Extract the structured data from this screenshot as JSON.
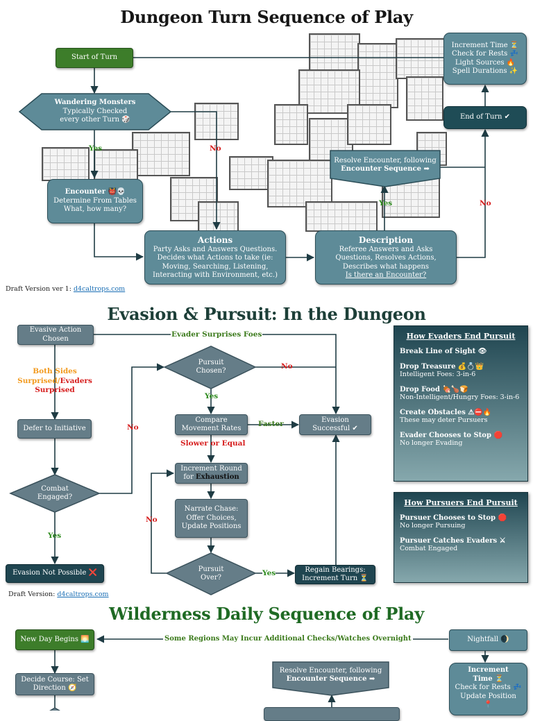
{
  "s1": {
    "title": "Dungeon Turn Sequence of Play",
    "start": "Start of Turn",
    "increment": [
      "Increment Time ⏳",
      "Check for Rests 💤",
      "Light Sources 🔥",
      "Spell Durations ✨"
    ],
    "wandering": [
      "Wandering Monsters",
      "Typically Checked",
      "every other Turn 🎲"
    ],
    "end": "End of Turn ✔",
    "encounter": [
      "Encounter 👹💀",
      "Determine From Tables",
      "What, how many?"
    ],
    "resolve": [
      "Resolve Encounter, following",
      "Encounter Sequence ➡"
    ],
    "actions_title": "Actions",
    "actions": [
      "Party Asks and Answers Questions.",
      "Decides what Actions to take (ie:",
      "Moving, Searching, Listening,",
      "Interacting with Environment, etc.)"
    ],
    "desc_title": "Description",
    "desc": [
      "Referee Answers and Asks",
      "Questions, Resolves Actions,",
      "Describes what happens"
    ],
    "desc_link": "Is there an Encounter?",
    "yes": "Yes",
    "no": "No",
    "draft_label": "Draft Version ver 1:",
    "draft_link": "d4caltrops.com"
  },
  "s2": {
    "title": "Evasion & Pursuit: In the Dungeon",
    "evasive": [
      "Evasive Action",
      "Chosen"
    ],
    "surprises": "Evader Surprises Foes",
    "both1": "Both Sides",
    "both2a": "Surprised/",
    "both2b": "Evaders",
    "both3": "Surprised",
    "pursuit_chosen": [
      "Pursuit",
      "Chosen?"
    ],
    "defer": "Defer to Initiative",
    "compare": [
      "Compare",
      "Movement Rates"
    ],
    "faster": "Faster",
    "success": [
      "Evasion",
      "Successful ✔"
    ],
    "slower": "Slower or Equal",
    "increment_round1": "Increment Round",
    "increment_round2a": "for ",
    "increment_round2b": "Exhaustion",
    "combat": [
      "Combat",
      "Engaged?"
    ],
    "narrate": [
      "Narrate Chase:",
      "Offer Choices,",
      "Update Positions"
    ],
    "pursuit_over": [
      "Pursuit",
      "Over?"
    ],
    "regain": [
      "Regain Bearings:",
      "Increment Turn ⏳"
    ],
    "not_possible": "Evasion Not Possible ❌",
    "yes": "Yes",
    "no": "No",
    "draft_label": "Draft Version:",
    "draft_link": "d4caltrops.com",
    "panel1": {
      "title": "How Evaders End Pursuit",
      "items": [
        {
          "head": "Break Line of Sight 👁",
          "sub": ""
        },
        {
          "head": "Drop Treasure 💰💍👑",
          "sub": "Intelligent Foes: 3-in-6"
        },
        {
          "head": "Drop Food 🍖🍗🍞",
          "sub": "Non-Intelligent/Hungry Foes: 3-in-6"
        },
        {
          "head": "Create Obstacles ⚠⛔🔥",
          "sub": "These may deter Pursuers"
        },
        {
          "head": "Evader Chooses to Stop 🛑",
          "sub": "No longer Evading"
        }
      ]
    },
    "panel2": {
      "title": "How Pursuers End Pursuit",
      "items": [
        {
          "head": "Pursuer Chooses to Stop 🛑",
          "sub": "No longer Pursuing"
        },
        {
          "head": "Pursuer Catches Evaders ⚔",
          "sub": "Combat Engaged"
        }
      ]
    }
  },
  "s3": {
    "title": "Wilderness Daily Sequence of Play",
    "new_day": "New Day Begins 🌅",
    "overnight": "Some Regions May Incur Additional Checks/Watches Overnight",
    "nightfall": "Nightfall 🌒",
    "decide": [
      "Decide Course: Set",
      "Direction 🧭"
    ],
    "resolve": [
      "Resolve Encounter, following",
      "Encounter Sequence ➡"
    ],
    "increment": [
      "Increment",
      "Time ⏳",
      "Check for Rests 💤",
      "Update Position",
      "📍"
    ]
  }
}
